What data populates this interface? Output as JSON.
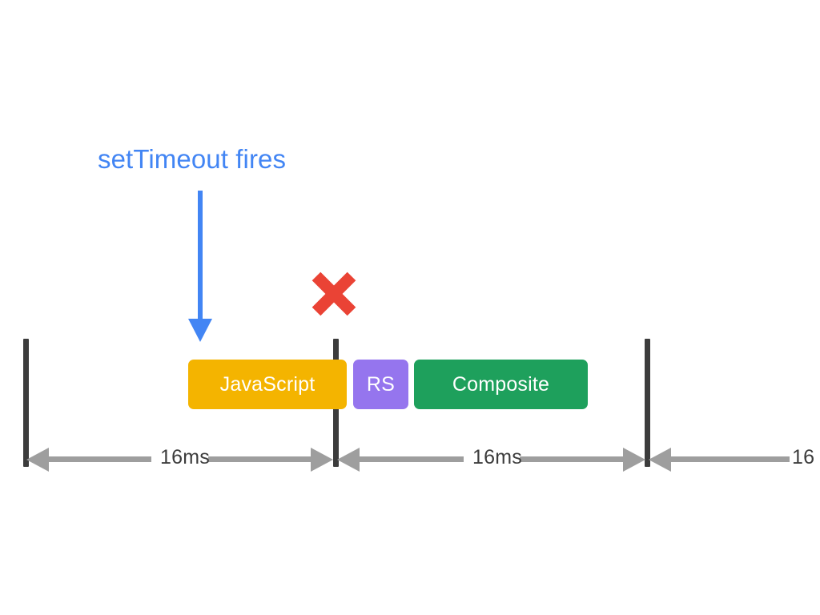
{
  "diagram": {
    "title_annotation": "setTimeout fires",
    "background_color": "#ffffff",
    "annotation_color": "#4285f4",
    "tick_color": "#3c3c3c",
    "arrow_color": "#9e9e9e",
    "x_mark_color": "#ea4335",
    "x_mark_name": "missed-frame-x",
    "tasks": [
      {
        "label": "JavaScript",
        "color": "#f4b400",
        "name": "javascript"
      },
      {
        "label": "RS",
        "color": "#9575ee",
        "name": "recalculate-style"
      },
      {
        "label": "Composite",
        "color": "#1ea05c",
        "name": "composite"
      }
    ],
    "frames": [
      {
        "label": "16ms",
        "name": "frame-1"
      },
      {
        "label": "16ms",
        "name": "frame-2"
      },
      {
        "label": "16",
        "name": "frame-3"
      }
    ]
  }
}
